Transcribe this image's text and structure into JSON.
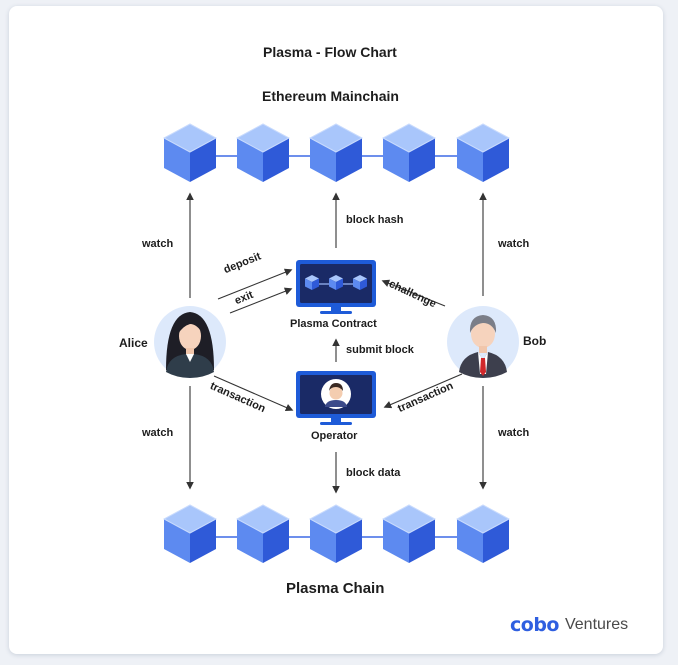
{
  "title": "Plasma - Flow Chart",
  "mainchain_label": "Ethereum Mainchain",
  "plasma_chain_label": "Plasma Chain",
  "actors": {
    "alice": "Alice",
    "bob": "Bob"
  },
  "nodes": {
    "contract": "Plasma Contract",
    "operator": "Operator"
  },
  "edges": {
    "watch_alice_up": "watch",
    "watch_alice_down": "watch",
    "watch_bob_up": "watch",
    "watch_bob_down": "watch",
    "block_hash": "block hash",
    "submit_block": "submit block",
    "block_data": "block data",
    "deposit": "deposit",
    "exit": "exit",
    "challenge": "challenge",
    "transaction_alice": "transaction",
    "transaction_bob": "transaction"
  },
  "brand": {
    "logo": "cobo",
    "name": "Ventures"
  },
  "colors": {
    "cube_front": "#5d8af0",
    "cube_top": "#a9c6fb",
    "cube_side": "#2f5ad8",
    "link": "#3d6ae6",
    "monitor": "#1e5bd8",
    "arrow": "#333333"
  }
}
